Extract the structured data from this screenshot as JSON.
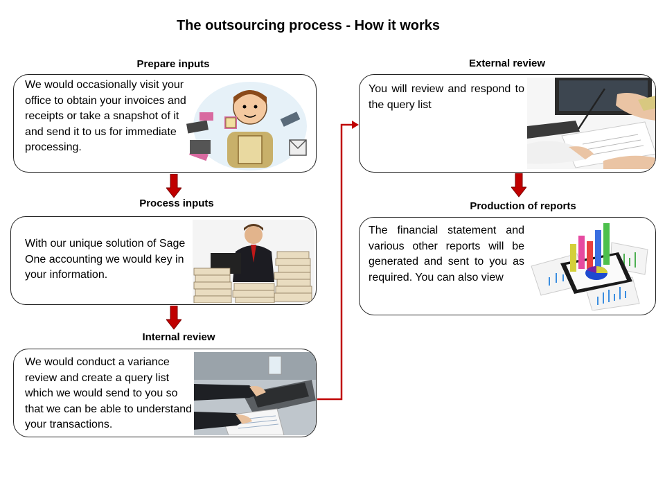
{
  "title": "The outsourcing process - How it works",
  "steps": {
    "prepare": {
      "heading": "Prepare inputs",
      "text": "We would occasionally visit your office to obtain your invoices and receipts or take a snapshot of it and send it to us for immediate processing."
    },
    "process": {
      "heading": "Process inputs",
      "text": "With our unique solution of Sage One accounting we would key in your information."
    },
    "internal": {
      "heading": "Internal review",
      "text": "We would conduct a variance review and create a query list which we would send to you so that we can be able to understand your transactions."
    },
    "external": {
      "heading": "External review",
      "text": "You will review and respond to the query list"
    },
    "reports": {
      "heading": "Production of reports",
      "text": "The financial statement and various other reports will be generated and sent to you as required. You can also view"
    }
  },
  "colors": {
    "arrow": "#c00000",
    "connector": "#c00000",
    "border": "#222222"
  }
}
